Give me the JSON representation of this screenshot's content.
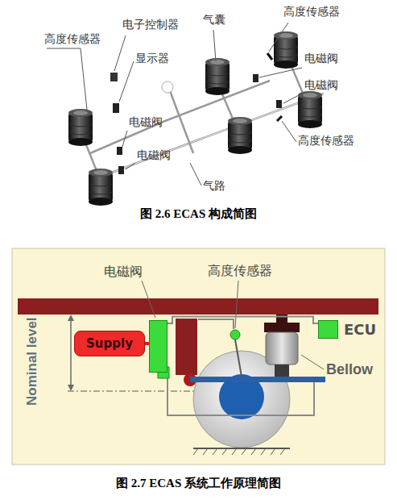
{
  "diagram": {
    "caption": "图 2.7 ECAS 系统工作原理简图",
    "nodes": [
      {
        "text": [
          "Supply"
        ]
      },
      {
        "text": [
          "电磁阀"
        ]
      },
      {
        "text": [
          "ECU"
        ]
      }
    ],
    "edges": [
      {
        "from": 0,
        "to": 1,
        "arrow": "none"
      },
      {
        "from": 1,
        "to": 2,
        "arrow": "none"
      }
    ],
    "labels": [
      "高度传感器",
      "电子控制器",
      "显示器",
      "气囊",
      "高度传感器",
      "电磁阀",
      "电磁阀",
      "电磁阀",
      "电磁阀",
      "高度传感器",
      "气路",
      "图 2.6 ECAS 构成简图",
      "Nominal level",
      "高度传感器",
      "Bellow"
    ]
  }
}
